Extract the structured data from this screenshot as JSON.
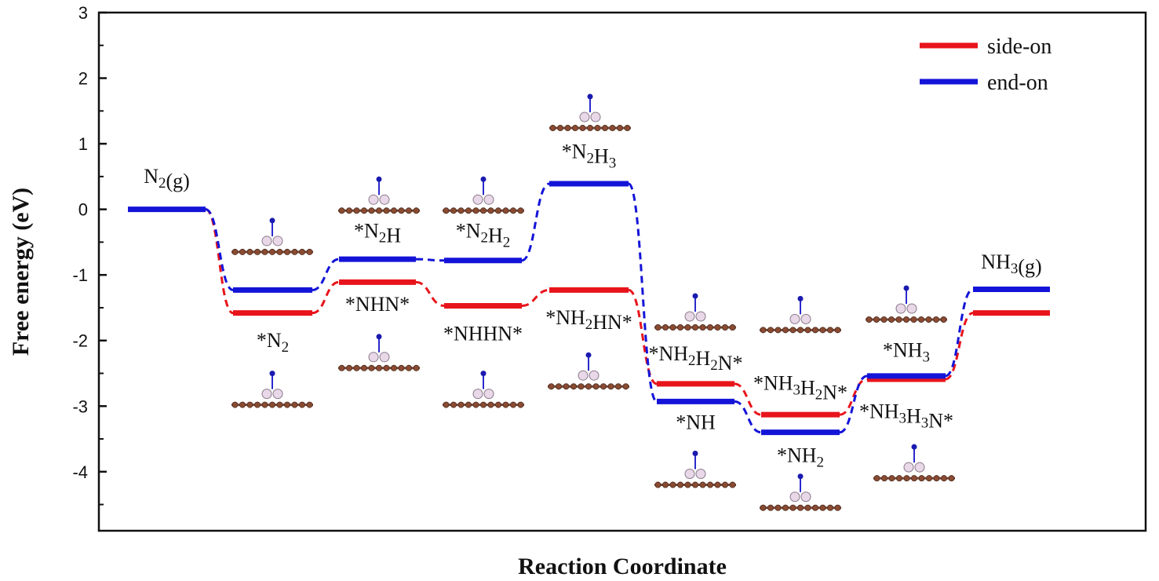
{
  "chart_data": {
    "type": "line",
    "title": "",
    "xlabel": "Reaction Coordinate",
    "ylabel": "Free energy (eV)",
    "ylim": [
      -4.9,
      3
    ],
    "yticks": [
      "3",
      "2",
      "1",
      "0",
      "-1",
      "-2",
      "-3",
      "-4"
    ],
    "legend": {
      "placement": "top-right",
      "entries": [
        {
          "name": "side-on",
          "color": "#e8141c"
        },
        {
          "name": "end-on",
          "color": "#1414d8"
        }
      ]
    },
    "series": [
      {
        "name": "side-on",
        "color": "#e8141c",
        "levels": [
          {
            "step": 0,
            "value": 0
          },
          {
            "step": 1,
            "value": -1.58
          },
          {
            "step": 2,
            "value": -1.11
          },
          {
            "step": 3,
            "value": -1.47
          },
          {
            "step": 4,
            "value": -1.23
          },
          {
            "step": 5,
            "value": -2.66
          },
          {
            "step": 6,
            "value": -3.13
          },
          {
            "step": 7,
            "value": -2.59
          },
          {
            "step": 8,
            "value": -1.58
          }
        ]
      },
      {
        "name": "end-on",
        "color": "#1414d8",
        "levels": [
          {
            "step": 0,
            "value": 0
          },
          {
            "step": 1,
            "value": -1.23
          },
          {
            "step": 2,
            "value": -0.76
          },
          {
            "step": 3,
            "value": -0.78
          },
          {
            "step": 4,
            "value": 0.39
          },
          {
            "step": 5,
            "value": -2.93
          },
          {
            "step": 6,
            "value": -3.4
          },
          {
            "step": 7,
            "value": -2.54
          },
          {
            "step": 8,
            "value": -1.22
          }
        ]
      }
    ],
    "annotations": [
      {
        "base": "N",
        "sub": "2",
        "tail": "(g)",
        "step": 0,
        "anchor": 0.4
      },
      {
        "base": "*N",
        "sub": "2",
        "tail": "",
        "step": 1,
        "anchor": -2.1
      },
      {
        "base": "*N",
        "sub": "2",
        "tail": "H",
        "step": 2,
        "anchor": -0.43
      },
      {
        "base": "*NHN*",
        "sub": "",
        "tail": "",
        "step": 2,
        "anchor": -1.55
      },
      {
        "base": "*N",
        "sub": "2",
        "tail": "H",
        "sub2": "2",
        "step": 3,
        "anchor": -0.43
      },
      {
        "base": "*NHHN*",
        "sub": "",
        "tail": "",
        "step": 3,
        "anchor": -2.0
      },
      {
        "base": "*N",
        "sub": "2",
        "tail": "H",
        "sub2": "3",
        "step": 4,
        "anchor": 0.78
      },
      {
        "base": "*NH",
        "sub": "2",
        "tail": "HN*",
        "step": 4,
        "anchor": -1.75
      },
      {
        "base": "*NH",
        "sub": "2",
        "tail": "H",
        "sub2": "2",
        "tail2": "N*",
        "step": 5,
        "anchor": -2.3
      },
      {
        "base": "*NH",
        "sub": "",
        "tail": "",
        "step": 5,
        "anchor": -3.35
      },
      {
        "base": "*NH",
        "sub": "3",
        "tail": "H",
        "sub2": "2",
        "tail2": "N*",
        "step": 6,
        "anchor": -2.75
      },
      {
        "base": "*NH",
        "sub": "2",
        "tail": "",
        "step": 6,
        "anchor": -3.85
      },
      {
        "base": "*NH",
        "sub": "3",
        "tail": "",
        "step": 7,
        "anchor": -2.25
      },
      {
        "base": "*NH",
        "sub": "3",
        "tail": "H",
        "sub2": "3",
        "tail2": "N*",
        "step": 7,
        "anchor": -3.18
      },
      {
        "base": "NH",
        "sub": "3",
        "tail": "(g)",
        "step": 8,
        "anchor": -0.9
      }
    ]
  }
}
